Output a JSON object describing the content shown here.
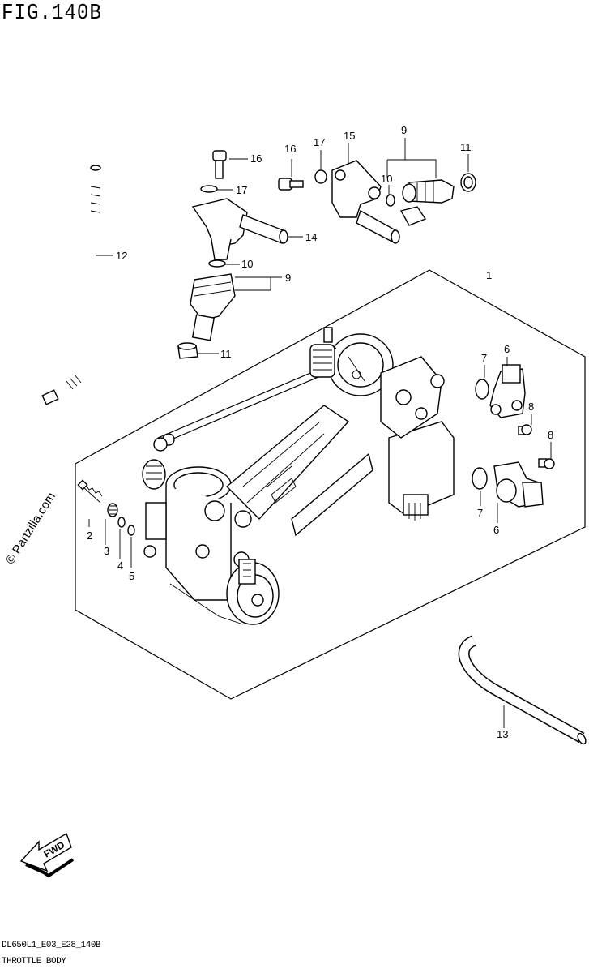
{
  "figure": {
    "title": "FIG.140B",
    "code": "DL650L1_E03_E28_140B",
    "name": "THROTTLE BODY",
    "watermark": "© Partzilla.com"
  },
  "callouts": [
    {
      "id": "c1",
      "label": "1"
    },
    {
      "id": "c2",
      "label": "2"
    },
    {
      "id": "c3",
      "label": "3"
    },
    {
      "id": "c4",
      "label": "4"
    },
    {
      "id": "c5",
      "label": "5"
    },
    {
      "id": "c6a",
      "label": "6"
    },
    {
      "id": "c6b",
      "label": "6"
    },
    {
      "id": "c7a",
      "label": "7"
    },
    {
      "id": "c7b",
      "label": "7"
    },
    {
      "id": "c8a",
      "label": "8"
    },
    {
      "id": "c8b",
      "label": "8"
    },
    {
      "id": "c9a",
      "label": "9"
    },
    {
      "id": "c9b",
      "label": "9"
    },
    {
      "id": "c10a",
      "label": "10"
    },
    {
      "id": "c10b",
      "label": "10"
    },
    {
      "id": "c11a",
      "label": "11"
    },
    {
      "id": "c11b",
      "label": "11"
    },
    {
      "id": "c12",
      "label": "12"
    },
    {
      "id": "c13",
      "label": "13"
    },
    {
      "id": "c14",
      "label": "14"
    },
    {
      "id": "c15",
      "label": "15"
    },
    {
      "id": "c16a",
      "label": "16"
    },
    {
      "id": "c16b",
      "label": "16"
    },
    {
      "id": "c17a",
      "label": "17"
    },
    {
      "id": "c17b",
      "label": "17"
    }
  ],
  "fwd_arrow": {
    "label": "FWD"
  }
}
